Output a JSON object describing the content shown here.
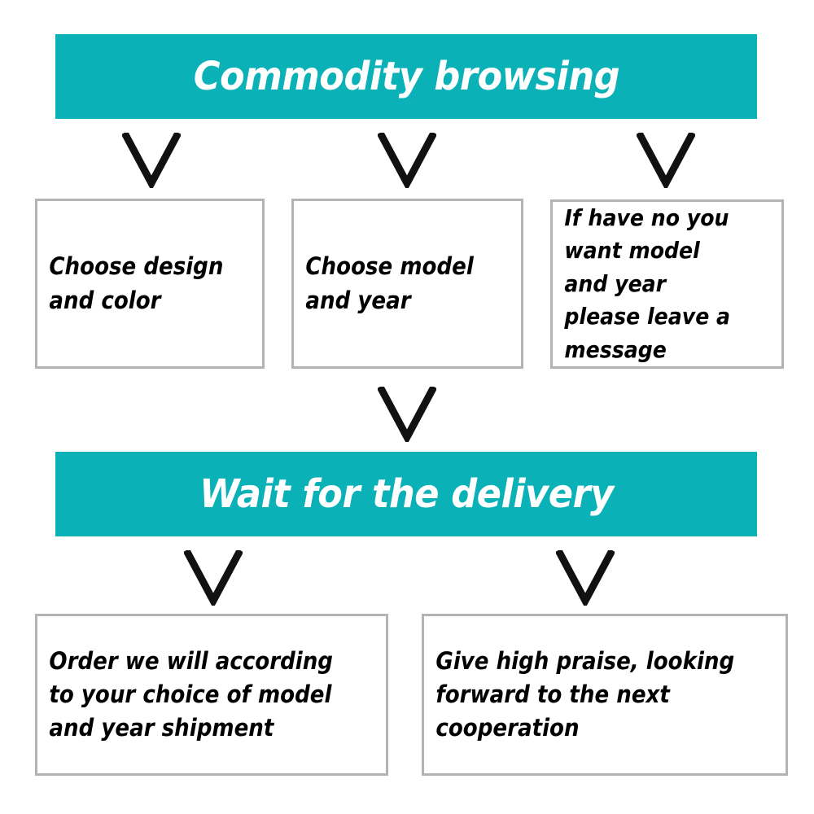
{
  "diagram": {
    "title": "Ordering process flowchart",
    "colors": {
      "banner": "#0AB2B8",
      "banner_text": "#FFFFFF",
      "box_border": "#B3B3B3",
      "box_fill": "#FFFFFF",
      "box_text": "#000000",
      "connector": "#111111"
    },
    "banners": [
      {
        "id": "commodity-browsing",
        "label": "Commodity browsing"
      },
      {
        "id": "wait-for-the-delivery",
        "label": "Wait for the delivery"
      }
    ],
    "boxes": [
      {
        "id": "choose-design-and-color",
        "label": "Choose design and color"
      },
      {
        "id": "choose-model-and-year",
        "label": "Choose model and year"
      },
      {
        "id": "leave-a-message",
        "label": "If have no you want model and year please leave a message"
      },
      {
        "id": "order-shipment",
        "label": "Order we will according to your choice of model and year shipment"
      },
      {
        "id": "give-high-praise",
        "label": "Give high praise, looking forward to the next cooperation"
      }
    ],
    "connectors": [
      {
        "id": "connector-browsing-to-design",
        "icon": "chevron-down-icon"
      },
      {
        "id": "connector-browsing-to-model",
        "icon": "chevron-down-icon"
      },
      {
        "id": "connector-browsing-to-message",
        "icon": "chevron-down-icon"
      },
      {
        "id": "connector-model-to-delivery",
        "icon": "chevron-down-icon"
      },
      {
        "id": "connector-delivery-to-order",
        "icon": "chevron-down-icon"
      },
      {
        "id": "connector-delivery-to-praise",
        "icon": "chevron-down-icon"
      }
    ]
  }
}
